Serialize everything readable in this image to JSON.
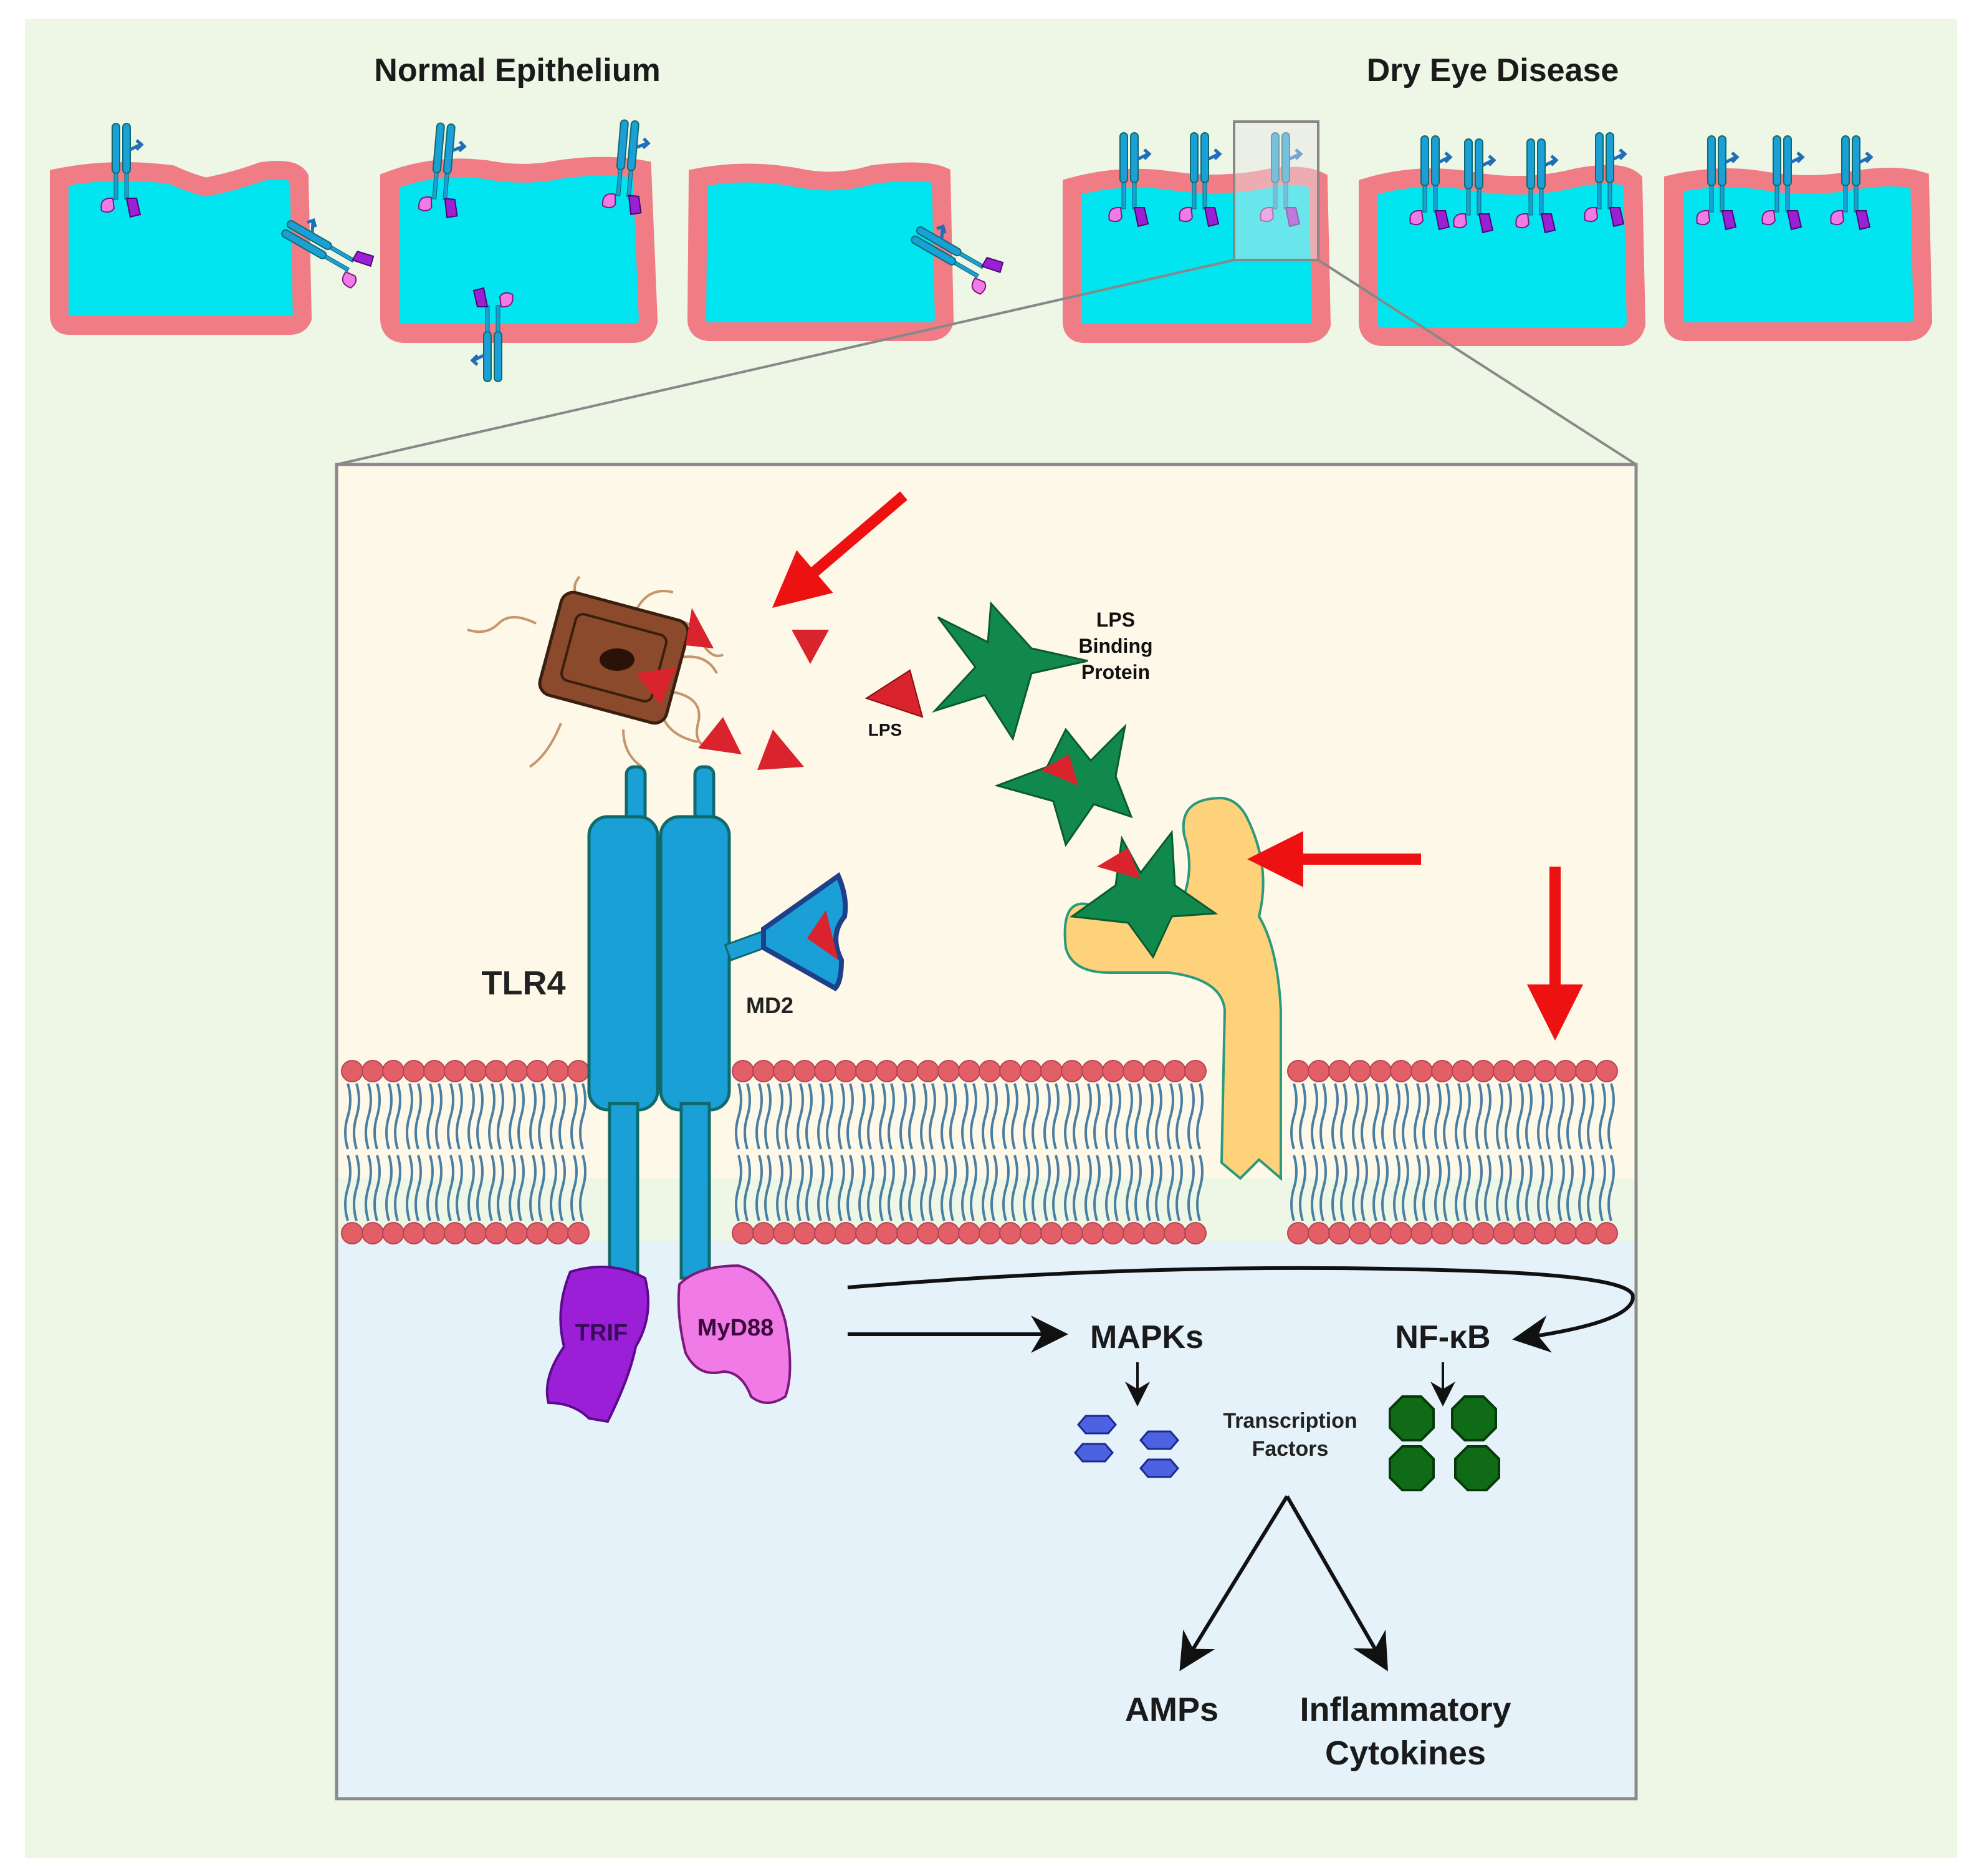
{
  "panels": {
    "normal": {
      "title": "Normal Epithelium"
    },
    "disease": {
      "title": "Dry Eye Disease"
    }
  },
  "labels": {
    "tlr4": "TLR4",
    "md2": "MD2",
    "lps": "LPS",
    "lbp_line1": "LPS",
    "lbp_line2": "Binding",
    "lbp_line3": "Protein",
    "trif": "TRIF",
    "myd88": "MyD88",
    "mapks": "MAPKs",
    "nfkb": "NF-κB",
    "tf_line1": "Transcription",
    "tf_line2": "Factors",
    "amps": "AMPs",
    "cytokines_line1": "Inflammatory",
    "cytokines_line2": "Cytokines"
  },
  "colors": {
    "background": "#eef6e6",
    "cytoplasm_cell": "#00e5ef",
    "cell_membrane": "#f07c86",
    "receptor_blue": "#1a9fd6",
    "receptor_outline": "#0f6b6b",
    "md2_blue": "#1e6fb8",
    "lps_red": "#d9232d",
    "lbp_green": "#11894c",
    "cd14_yellow": "#fdd27a",
    "trif_purple": "#9b1fd6",
    "myd88_pink": "#f07ae6",
    "lipid_head": "#e25f68",
    "lipid_tail": "#4a7ea3",
    "extracellular": "#fdf8e8",
    "intracellular": "#e5f2fa",
    "callout_arrow": "#ee1111",
    "mapk_hex": "#4c62e0",
    "nfkb_oct": "#0f6b16",
    "bacterium": "#8b4a2b"
  }
}
